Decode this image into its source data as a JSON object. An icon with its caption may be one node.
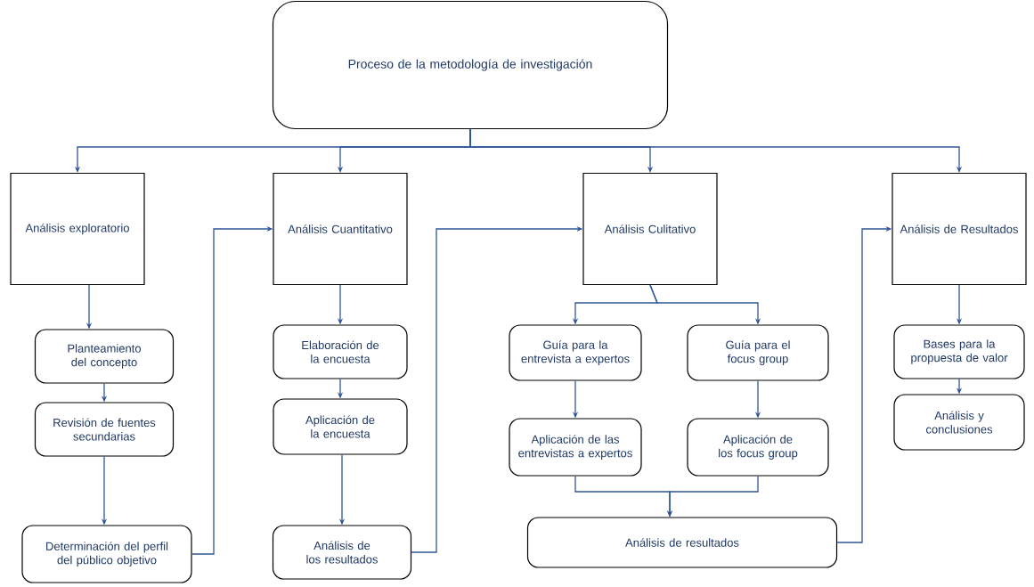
{
  "diagram": {
    "nodes": [
      {
        "text": [
          "Proceso de la metodología de investigación"
        ]
      },
      {
        "text": [
          "Análisis exploratorio"
        ]
      },
      {
        "text": [
          "Análisis Cuantitativo"
        ]
      },
      {
        "text": [
          "Análisis Culitativo"
        ]
      },
      {
        "text": [
          "Análisis de Resultados"
        ]
      },
      {
        "text": [
          "Planteamiento del concepto"
        ]
      },
      {
        "text": [
          "Revisión de fuentes secundarias"
        ]
      },
      {
        "text": [
          "Determinación del perfil del público objetivo"
        ]
      },
      {
        "text": [
          "Elaboración de la encuesta"
        ]
      },
      {
        "text": [
          "Aplicación de la encuesta"
        ]
      },
      {
        "text": [
          "Análisis de los resultados"
        ]
      },
      {
        "text": [
          "Guía para la entrevista a expertos"
        ]
      },
      {
        "text": [
          "Guía para el focus group"
        ]
      },
      {
        "text": [
          "Aplicación de las entrevistas a expertos"
        ]
      },
      {
        "text": [
          "Aplicación de los focus group"
        ]
      },
      {
        "text": [
          "Análisis de resultados"
        ]
      },
      {
        "text": [
          "Bases para la propuesta de valor"
        ]
      },
      {
        "text": [
          "Análisis y conclusiones"
        ]
      }
    ],
    "edges": [
      {
        "from": 0,
        "to": 1,
        "arrow": "to"
      },
      {
        "from": 0,
        "to": 2,
        "arrow": "to"
      },
      {
        "from": 0,
        "to": 3,
        "arrow": "to"
      },
      {
        "from": 0,
        "to": 4,
        "arrow": "to"
      },
      {
        "from": 1,
        "to": 5,
        "arrow": "to"
      },
      {
        "from": 5,
        "to": 6,
        "arrow": "to"
      },
      {
        "from": 6,
        "to": 7,
        "arrow": "to"
      },
      {
        "from": 7,
        "to": 2,
        "arrow": "to"
      },
      {
        "from": 2,
        "to": 8,
        "arrow": "to"
      },
      {
        "from": 8,
        "to": 9,
        "arrow": "to"
      },
      {
        "from": 9,
        "to": 10,
        "arrow": "to"
      },
      {
        "from": 10,
        "to": 3,
        "arrow": "to"
      },
      {
        "from": 3,
        "to": 11,
        "arrow": "to"
      },
      {
        "from": 3,
        "to": 12,
        "arrow": "to"
      },
      {
        "from": 11,
        "to": 13,
        "arrow": "to"
      },
      {
        "from": 12,
        "to": 14,
        "arrow": "to"
      },
      {
        "from": 13,
        "to": 15,
        "arrow": "to"
      },
      {
        "from": 14,
        "to": 15,
        "arrow": "to"
      },
      {
        "from": 15,
        "to": 4,
        "arrow": "to"
      },
      {
        "from": 4,
        "to": 16,
        "arrow": "to"
      },
      {
        "from": 16,
        "to": 17,
        "arrow": "to"
      }
    ]
  }
}
